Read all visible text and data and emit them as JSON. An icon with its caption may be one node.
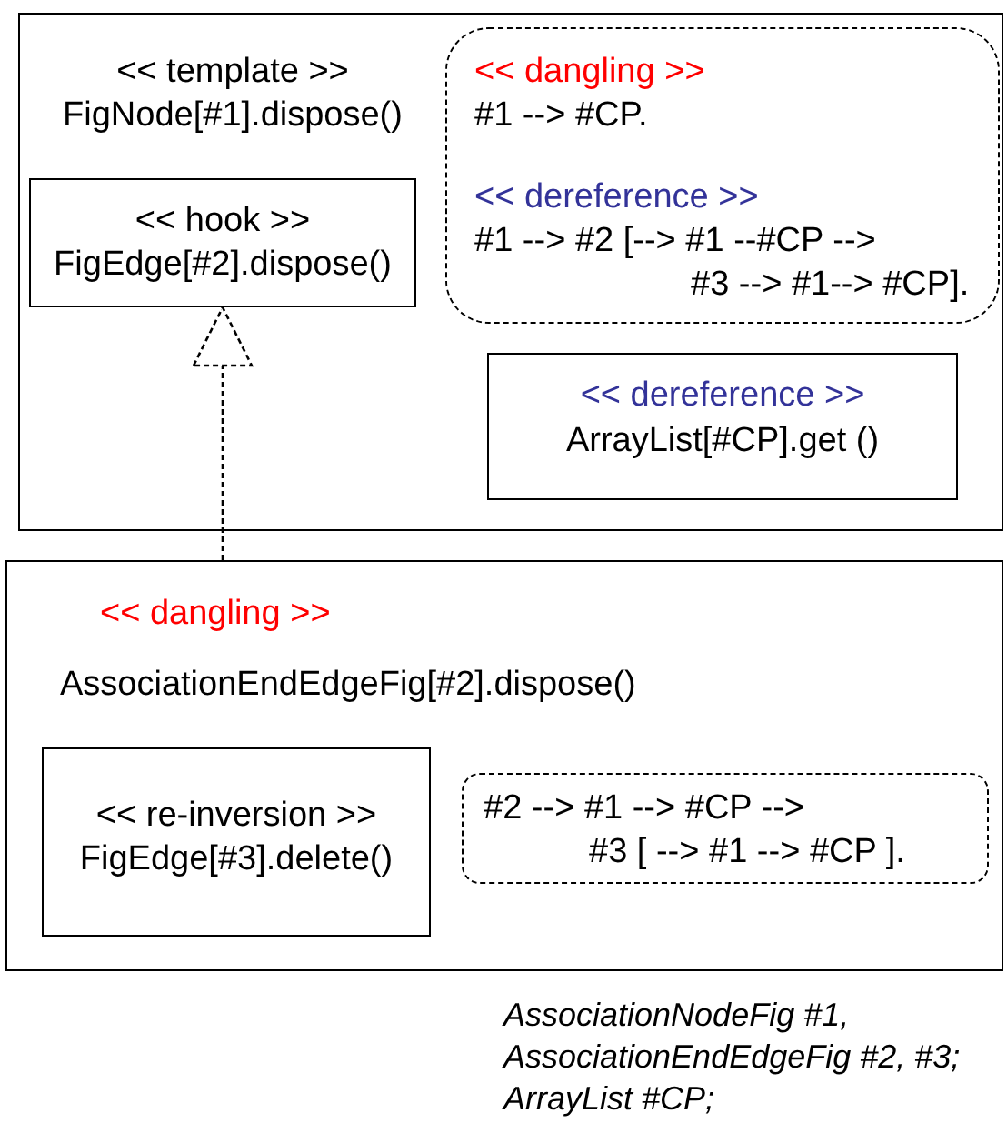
{
  "diagram": {
    "nodes": [
      {
        "text": [
          "<< template >>",
          "FigNode[#1].dispose()"
        ]
      },
      {
        "text": [
          "<< hook >>",
          "FigEdge[#2].dispose()"
        ],
        "in": 0
      },
      {
        "text": [
          "<< dangling >>",
          "#1 --> #CP.",
          "<< dereference >>",
          "#1 --> #2 [--> #1 --#CP --> #3 --> #1--> #CP]."
        ],
        "in": 0
      },
      {
        "text": [
          "<< dereference >>",
          "ArrayList[#CP].get ()"
        ],
        "in": 0
      },
      {
        "text": [
          "<< dangling >>",
          "AssociationEndEdgeFig[#2].dispose()"
        ]
      },
      {
        "text": [
          "<< re-inversion >>",
          "FigEdge[#3].delete()"
        ],
        "in": 4
      },
      {
        "text": [
          "#2 --> #1 --> #CP --> #3 [ --> #1 --> #CP ]."
        ],
        "in": 4
      }
    ],
    "edges": [
      {
        "from": 4,
        "to": 1,
        "arrow": "to",
        "style": "dashed"
      }
    ],
    "labels": [
      "AssociationNodeFig #1, AssociationEndEdgeFig #2, #3; ArrayList #CP;"
    ]
  }
}
